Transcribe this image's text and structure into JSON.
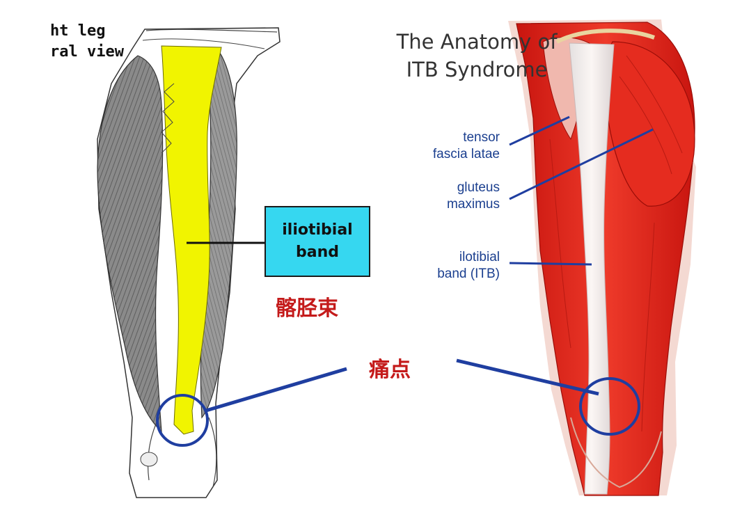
{
  "left_figure": {
    "heading_line1": "ht leg",
    "heading_line2": "ral view",
    "box_line1": "iliotibial",
    "box_line2": "band",
    "cn_itb": "髂胫束"
  },
  "pain_label": "痛点",
  "right_figure": {
    "title_line1": "The Anatomy of",
    "title_line2": "ITB Syndrome",
    "callouts": [
      {
        "line1": "tensor",
        "line2": "fascia latae"
      },
      {
        "line1": "gluteus",
        "line2": "maximus"
      },
      {
        "line1": "ilotibial",
        "line2": "band (ITB)"
      }
    ]
  },
  "colors": {
    "itb_highlight": "#f1f400",
    "label_box": "#36d7f0",
    "muscle_red": "#e8261c",
    "pointer_blue": "#1f3ea0",
    "chinese_text": "#c41a1a"
  }
}
